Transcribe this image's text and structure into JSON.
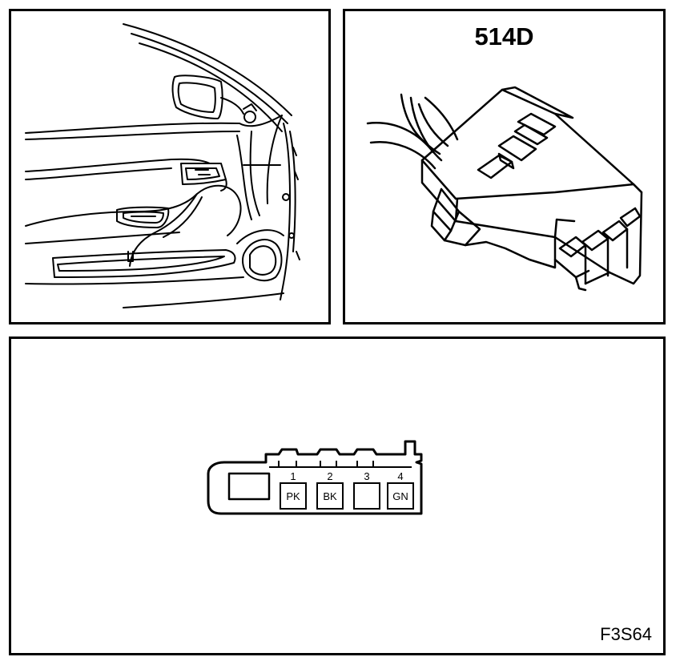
{
  "connector": {
    "id": "514D",
    "figure_code": "F3S64",
    "pins": [
      {
        "number": "1",
        "color": "PK"
      },
      {
        "number": "2",
        "color": "BK"
      },
      {
        "number": "3",
        "color": ""
      },
      {
        "number": "4",
        "color": "GN"
      }
    ]
  },
  "icons": {
    "door": "car-door-interior-illustration",
    "connector": "four-pin-connector-illustration"
  }
}
